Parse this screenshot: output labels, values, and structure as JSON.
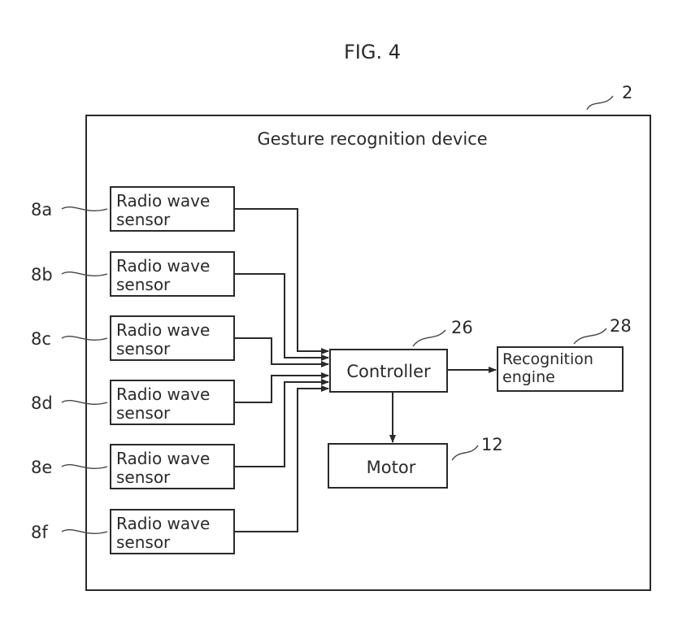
{
  "figure": {
    "title": "FIG. 4",
    "device_label": "Gesture recognition device",
    "device_ref": "2"
  },
  "sensors": [
    {
      "ref": "8a",
      "line1": "Radio wave",
      "line2": "sensor"
    },
    {
      "ref": "8b",
      "line1": "Radio wave",
      "line2": "sensor"
    },
    {
      "ref": "8c",
      "line1": "Radio wave",
      "line2": "sensor"
    },
    {
      "ref": "8d",
      "line1": "Radio wave",
      "line2": "sensor"
    },
    {
      "ref": "8e",
      "line1": "Radio wave",
      "line2": "sensor"
    },
    {
      "ref": "8f",
      "line1": "Radio wave",
      "line2": "sensor"
    }
  ],
  "controller": {
    "label": "Controller",
    "ref": "26"
  },
  "recognition_engine": {
    "line1": "Recognition",
    "line2": "engine",
    "ref": "28"
  },
  "motor": {
    "label": "Motor",
    "ref": "12"
  }
}
